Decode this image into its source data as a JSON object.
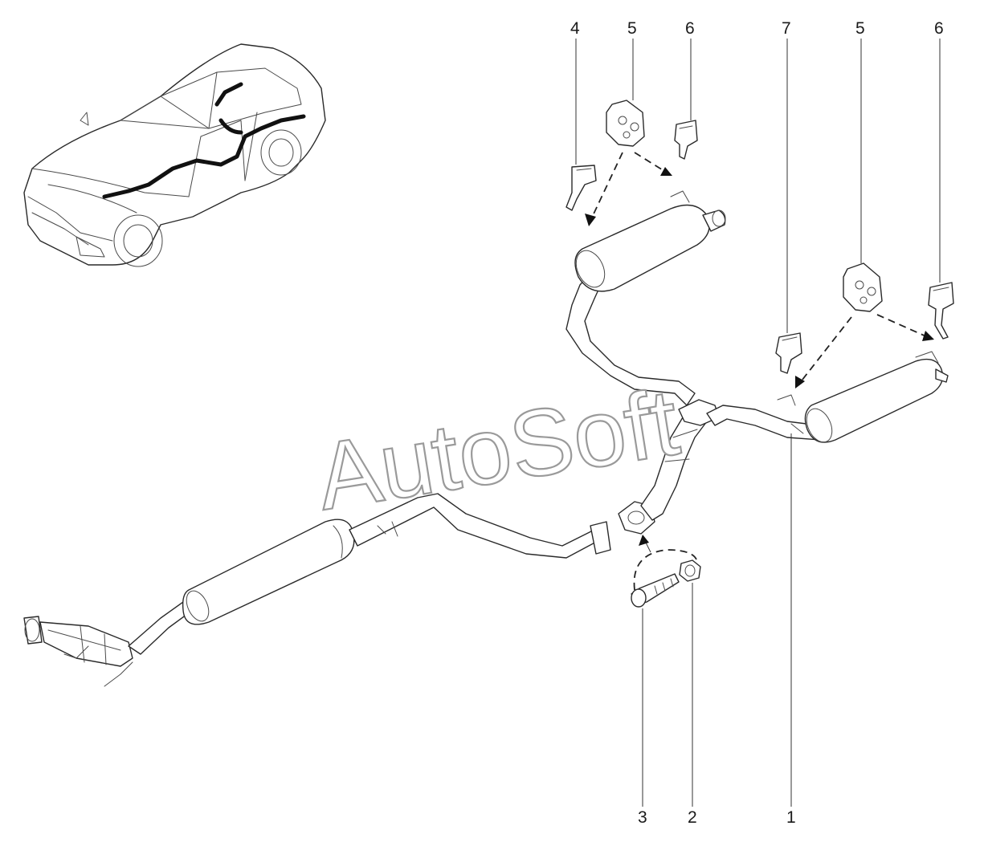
{
  "watermark": "AutoSoft",
  "callouts": [
    {
      "id": "4",
      "text": "4"
    },
    {
      "id": "5a",
      "text": "5"
    },
    {
      "id": "6a",
      "text": "6"
    },
    {
      "id": "7",
      "text": "7"
    },
    {
      "id": "5b",
      "text": "5"
    },
    {
      "id": "6b",
      "text": "6"
    },
    {
      "id": "3",
      "text": "3"
    },
    {
      "id": "2",
      "text": "2"
    },
    {
      "id": "1",
      "text": "1"
    }
  ]
}
